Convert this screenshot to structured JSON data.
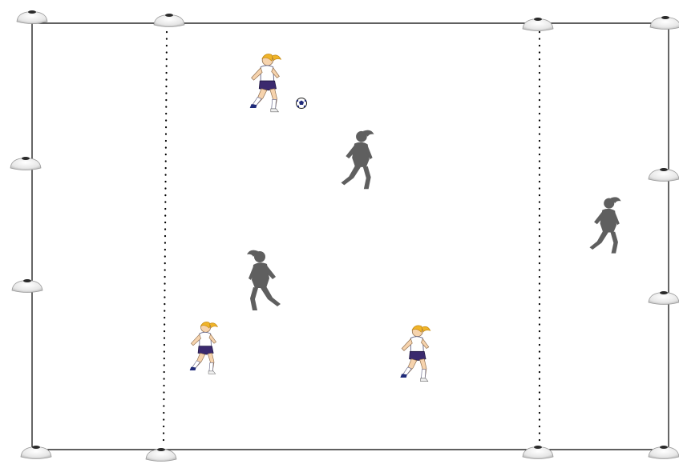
{
  "drill": {
    "cones": [
      {
        "id": "top-left-corner"
      },
      {
        "id": "top-left-zone"
      },
      {
        "id": "top-right-zone"
      },
      {
        "id": "top-right-corner"
      },
      {
        "id": "left-upper"
      },
      {
        "id": "left-lower"
      },
      {
        "id": "right-upper"
      },
      {
        "id": "right-lower"
      },
      {
        "id": "bottom-left-corner"
      },
      {
        "id": "bottom-left-zone"
      },
      {
        "id": "bottom-right-zone"
      },
      {
        "id": "bottom-right-corner"
      }
    ],
    "attackers": [
      {
        "id": "attacker-with-ball",
        "kit": "white-purple"
      },
      {
        "id": "attacker-bottom-left",
        "kit": "white-purple"
      },
      {
        "id": "attacker-bottom-center",
        "kit": "white-purple"
      }
    ],
    "defenders": [
      {
        "id": "defender-center"
      },
      {
        "id": "defender-left"
      },
      {
        "id": "defender-right-zone"
      }
    ],
    "colors": {
      "attacker_shirt": "#ffffff",
      "attacker_shorts": "#3b2a6e",
      "attacker_hair": "#f0b429",
      "defender": "#5f5f5f",
      "lines": "#000000"
    }
  }
}
